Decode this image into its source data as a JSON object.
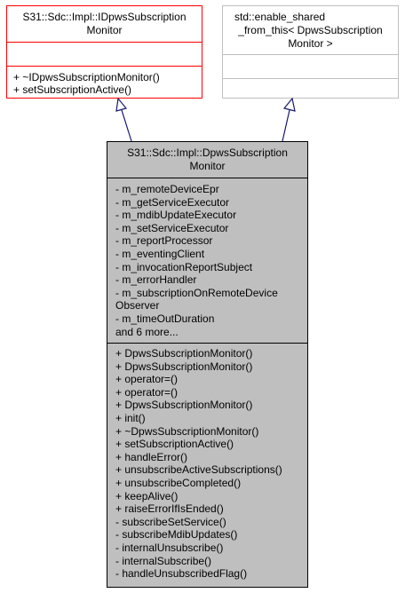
{
  "iface_class": {
    "name_lines": [
      "S31::Sdc::Impl::IDpwsSubscription",
      "Monitor"
    ],
    "attributes": [],
    "methods": [
      "+ ~IDpwsSubscriptionMonitor()",
      "+ setSubscriptionActive()"
    ],
    "border_color": "#ff0000"
  },
  "base_class": {
    "name_lines": [
      "std::enable_shared",
      "_from_this< DpwsSubscription",
      "Monitor >"
    ],
    "attributes": [],
    "methods": [],
    "border_color": "#bfbfbf"
  },
  "main_class": {
    "name_lines": [
      "S31::Sdc::Impl::DpwsSubscription",
      "Monitor"
    ],
    "attributes": [
      "- m_remoteDeviceEpr",
      "- m_getServiceExecutor",
      "- m_mdibUpdateExecutor",
      "- m_setServiceExecutor",
      "- m_reportProcessor",
      "- m_eventingClient",
      "- m_invocationReportSubject",
      "- m_errorHandler",
      "- m_subscriptionOnRemoteDevice",
      "Observer",
      "- m_timeOutDuration",
      "and 6 more..."
    ],
    "methods": [
      "+ DpwsSubscriptionMonitor()",
      "+ DpwsSubscriptionMonitor()",
      "+ operator=()",
      "+ operator=()",
      "+ DpwsSubscriptionMonitor()",
      "+ init()",
      "+ ~DpwsSubscriptionMonitor()",
      "+ setSubscriptionActive()",
      "+ handleError()",
      "+ unsubscribeActiveSubscriptions()",
      "+ unsubscribeCompleted()",
      "+ keepAlive()",
      "+ raiseErrorIfIsEnded()",
      "- subscribeSetService()",
      "- subscribeMdibUpdates()",
      "- internalUnsubscribe()",
      "- internalSubscribe()",
      "- handleUnsubscribedFlag()"
    ],
    "fill_color": "#bfbfbf",
    "border_color": "#000000"
  },
  "edge_color": "#191970"
}
